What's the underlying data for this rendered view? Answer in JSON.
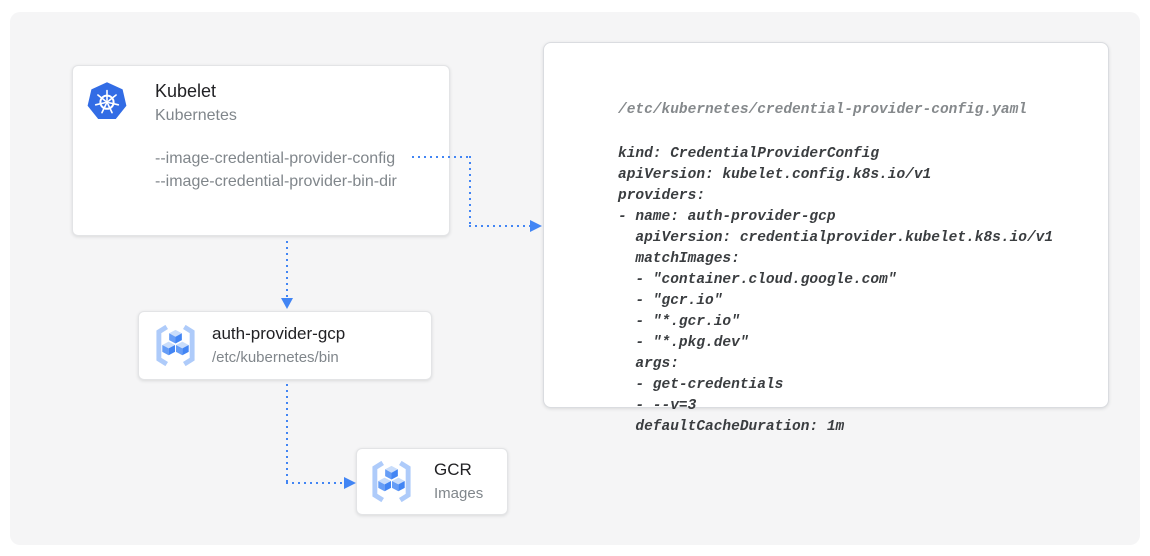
{
  "diagram": {
    "kubelet_card": {
      "title": "Kubelet",
      "subtitle": "Kubernetes",
      "flags": [
        "--image-credential-provider-config",
        "--image-credential-provider-bin-dir"
      ]
    },
    "auth_card": {
      "title": "auth-provider-gcp",
      "subtitle": "/etc/kubernetes/bin"
    },
    "gcr_card": {
      "title": "GCR",
      "subtitle": "Images"
    },
    "yaml_card": {
      "filename": "/etc/kubernetes/credential-provider-config.yaml",
      "code": "kind: CredentialProviderConfig\napiVersion: kubelet.config.k8s.io/v1\nproviders:\n- name: auth-provider-gcp\n  apiVersion: credentialprovider.kubelet.k8s.io/v1\n  matchImages:\n  - \"container.cloud.google.com\"\n  - \"gcr.io\"\n  - \"*.gcr.io\"\n  - \"*.pkg.dev\"\n  args:\n  - get-credentials\n  - --v=3\n  defaultCacheDuration: 1m"
    },
    "icons": {
      "kubernetes": "kubernetes-wheel-icon",
      "gcr": "gcr-cubes-icon"
    },
    "colors": {
      "arrow": "#4285f4",
      "k8s_blue": "#326ce5",
      "canvas_bg": "#f5f5f6",
      "title_text": "#212124",
      "muted_text": "#80868b",
      "yaml_header_text": "#85898c",
      "yaml_body_text": "#3a3d40"
    }
  }
}
